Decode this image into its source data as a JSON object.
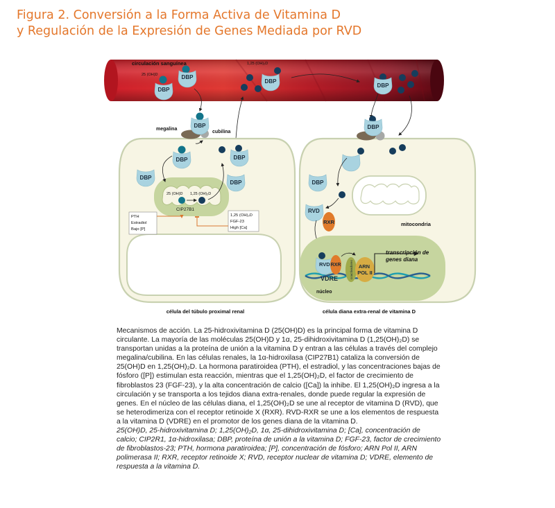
{
  "figure": {
    "title_line1": "Figura 2. Conversión a la Forma Activa de Vitamina D",
    "title_line2": "y Regulación de la Expresión de Genes Mediada por RVD",
    "title_color": "#e4772b"
  },
  "diagram": {
    "blood_label": "circulación sanguínea",
    "label_25ohd_blood": "25 (OH)D",
    "label_125ohd_blood": "1,25 (OH)₂D",
    "dbp": "DBP",
    "megalina": "megalina",
    "cubilina": "cubilina",
    "label_25ohd_mito": "25 (OH)D",
    "label_125ohd_mito": "1,25 (OH)₂D",
    "cip27b1": "CIP27B1",
    "stimulators": [
      "PTH",
      "Estradiol",
      "Bajo [P]"
    ],
    "inhibitors": [
      "1,25 (OH)₂D",
      "FGF-23",
      "High [Ca]"
    ],
    "rvd": "RVD",
    "rxr": "RXR",
    "mitocondria": "mitocondria",
    "vdre": "VDRE",
    "coactivators": "coactivadores",
    "arn_pol": [
      "ARN",
      "POL II"
    ],
    "transcription": [
      "transcripción de",
      "genes diana"
    ],
    "nucleus": "núcleo",
    "left_cell_label": "célula del túbulo proximal renal",
    "right_cell_label": "célula diana extra-renal de vitamina D",
    "colors": {
      "blood_red": "#d9262b",
      "dbp_blue": "#a9d3e0",
      "molecule_25": "#12748a",
      "molecule_125": "#163d5c",
      "cell_fill": "#f7f5e4",
      "mito_green": "#c6d59f",
      "rxr_orange": "#e07b2b",
      "arn_gold": "#d7ac43"
    }
  },
  "caption": {
    "body": "Mecanismos de acción. La 25-hidroxivitamina D (25(OH)D) es la principal forma de vitamina D circulante. La mayoría de las moléculas 25(OH)D y 1α, 25-dihidroxivitamina D (1,25(OH)₂D) se transportan unidas a la proteína de unión a la vitamina D y entran a las células a través del complejo megalina/cubilina. En las células renales, la 1α-hidroxilasa (CIP27B1) cataliza la conversión de 25(OH)D en 1,25(OH)₂D. La hormona paratiroidea (PTH), el estradiol, y las concentraciones bajas de fósforo ([P]) estimulan esta reacción, mientras que el 1,25(OH)₂D, el factor de crecimiento de fibroblastos 23 (FGF-23), y la alta concentración de calcio ([Ca]) la inhibe. El 1,25(OH)₂D ingresa a la circulación y se transporta a los tejidos diana extra-renales, donde puede regular la expresión de genes. En el núcleo de las células diana, el 1,25(OH)₂D se une al receptor de vitamina D (RVD), que se heterodimeriza con el receptor retinoide X (RXR). RVD-RXR se une a los elementos de respuesta a la vitamina D (VDRE) en el promotor de los genes diana de la vitamina D.",
    "abbreviations": "25(OH)D, 25-hidroxivitamina D; 1,25(OH)₂D, 1α, 25-dihidroxivitamina D; [Ca], concentración de calcio; CIP2R1, 1α-hidroxilasa; DBP, proteína de unión a la vitamina D; FGF-23, factor de crecimiento de fibroblastos-23; PTH, hormona paratiroidea; [P], concentración de fósforo; ARN Pol II, ARN polimerasa II; RXR, receptor retinoide X; RVD, receptor nuclear de vitamina D; VDRE, elemento de respuesta a la vitamina D."
  }
}
